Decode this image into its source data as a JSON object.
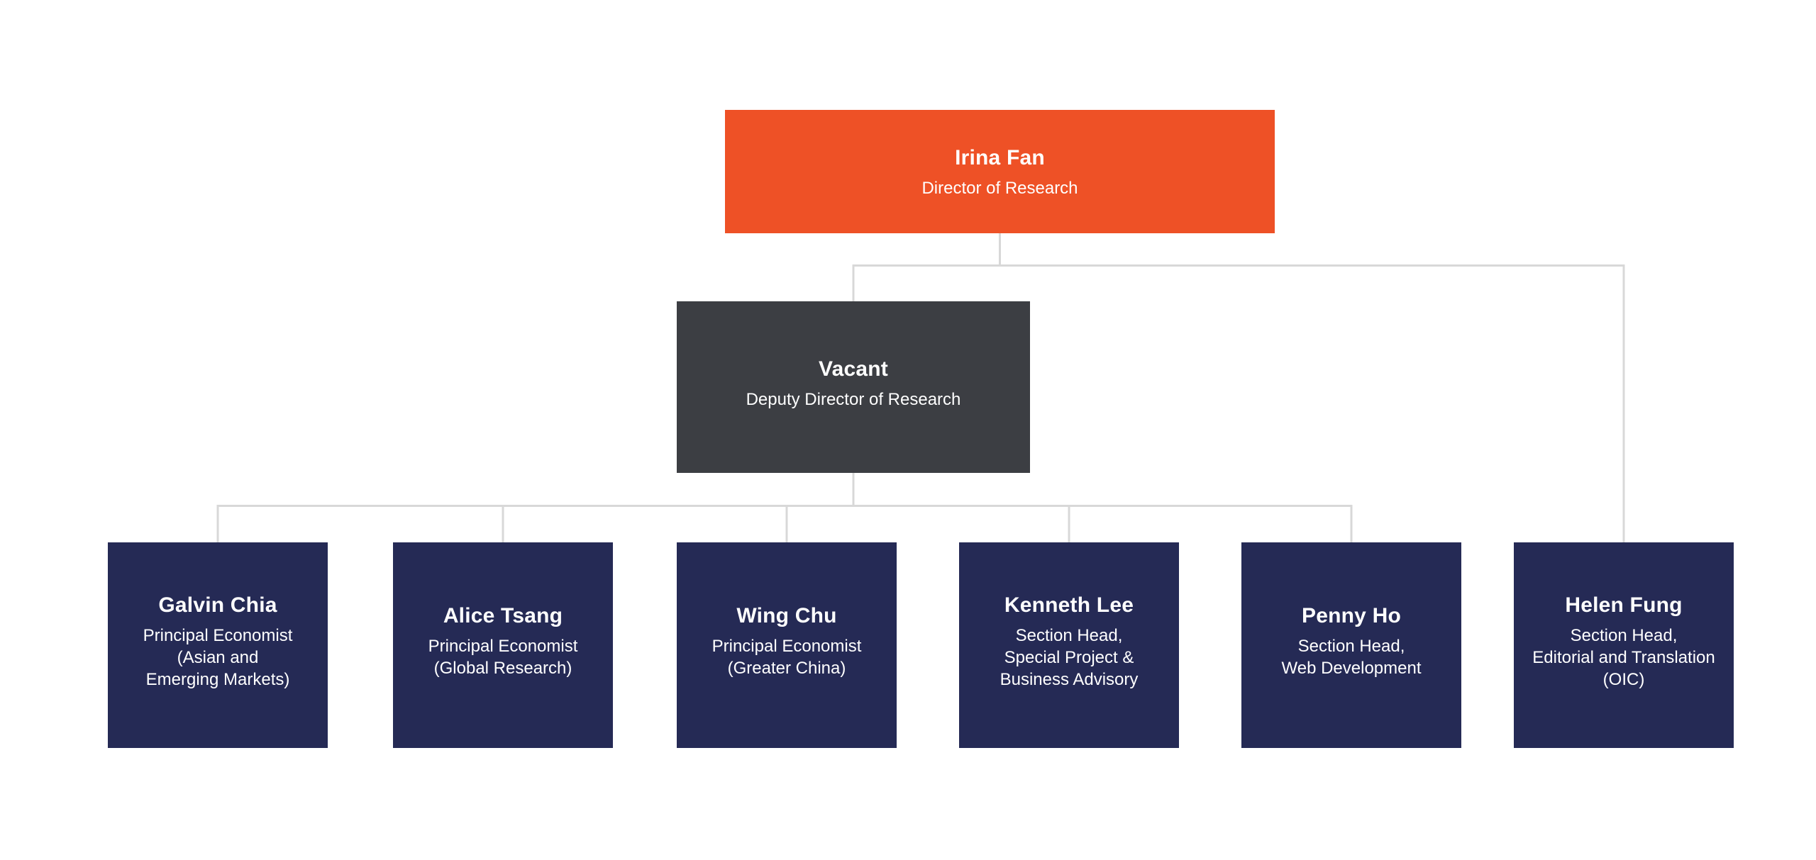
{
  "org_chart": {
    "type": "org-chart",
    "colors": {
      "accent": "#EE5126",
      "dark": "#3C3E43",
      "navy": "#252A55",
      "connector": "#D8D8D8",
      "text": "#FFFFFF",
      "background": "#FFFFFF"
    },
    "nodes": [
      {
        "id": "director",
        "name": "Irina Fan",
        "title_lines": [
          "Director of Research"
        ],
        "variant": "accent",
        "reports_to": null
      },
      {
        "id": "deputy",
        "name": "Vacant",
        "title_lines": [
          "Deputy Director of Research"
        ],
        "variant": "dark",
        "reports_to": "director"
      },
      {
        "id": "galvin-chia",
        "name": "Galvin Chia",
        "title_lines": [
          "Principal Economist",
          "(Asian and",
          "Emerging Markets)"
        ],
        "variant": "navy",
        "reports_to": "deputy"
      },
      {
        "id": "alice-tsang",
        "name": "Alice Tsang",
        "title_lines": [
          "Principal Economist",
          "(Global Research)"
        ],
        "variant": "navy",
        "reports_to": "deputy"
      },
      {
        "id": "wing-chu",
        "name": "Wing Chu",
        "title_lines": [
          "Principal Economist",
          "(Greater China)"
        ],
        "variant": "navy",
        "reports_to": "deputy"
      },
      {
        "id": "kenneth-lee",
        "name": "Kenneth Lee",
        "title_lines": [
          "Section Head,",
          "Special Project &",
          "Business Advisory"
        ],
        "variant": "navy",
        "reports_to": "deputy"
      },
      {
        "id": "penny-ho",
        "name": "Penny Ho",
        "title_lines": [
          "Section Head,",
          "Web Development"
        ],
        "variant": "navy",
        "reports_to": "deputy"
      },
      {
        "id": "helen-fung",
        "name": "Helen Fung",
        "title_lines": [
          "Section Head,",
          "Editorial and Translation",
          "(OIC)"
        ],
        "variant": "navy",
        "reports_to": "director"
      }
    ]
  }
}
